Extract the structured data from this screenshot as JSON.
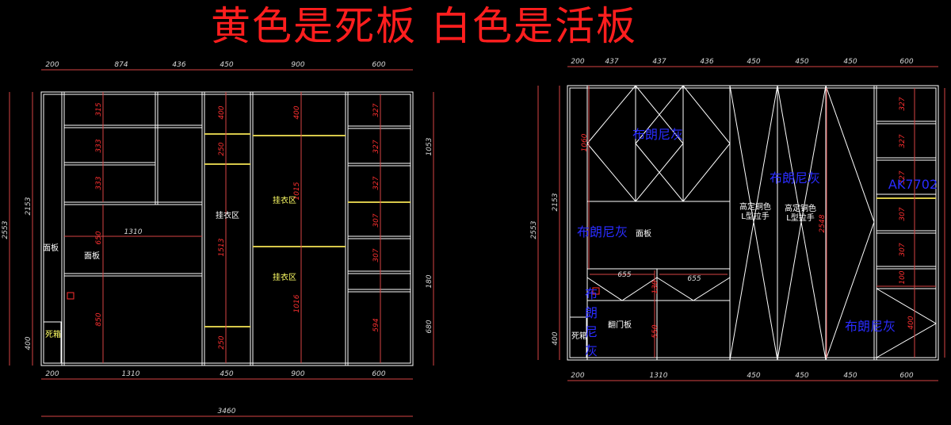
{
  "title": "黄色是死板 白色是活板",
  "colors": {
    "background": "#000000",
    "title": "#ff1e1e",
    "frame": "#ffffff",
    "dimension_line": "#d64545",
    "fixed_shelf": "#d7c84a",
    "label_blue": "#2a2cff"
  },
  "left_view": {
    "top_dims": [
      "200",
      "874",
      "436",
      "450",
      "900",
      "600"
    ],
    "bottom_dims": [
      "200",
      "1310",
      "450",
      "900",
      "600"
    ],
    "total_width": "3460",
    "left_heights": [
      "2553",
      "2153",
      "400"
    ],
    "right_heights": [
      "1053",
      "180",
      "680"
    ],
    "col1_heights": [
      "315",
      "333",
      "333"
    ],
    "col2_heights": [
      "650",
      "850"
    ],
    "col3_heights": [
      "400",
      "250",
      "1513",
      "250"
    ],
    "col4_heights": [
      "400",
      "1015",
      "1016"
    ],
    "col5_heights": [
      "327",
      "327",
      "327",
      "307",
      "307",
      "594"
    ],
    "mid_width": "1310",
    "labels": {
      "panel_side": "面板",
      "panel_mid": "面板",
      "hang1": "挂衣区",
      "hang2": "挂衣区",
      "hang3": "挂衣区",
      "dead_drawer": "死箱"
    }
  },
  "right_view": {
    "top_dims": [
      "200",
      "437",
      "437",
      "436",
      "450",
      "450",
      "450",
      "600"
    ],
    "bottom_dims": [
      "200",
      "1310",
      "450",
      "450",
      "450",
      "600"
    ],
    "left_heights": [
      "2553",
      "2153",
      "400"
    ],
    "inner_heights": [
      "1060",
      "130",
      "550",
      "400"
    ],
    "col5_heights": [
      "327",
      "327",
      "327",
      "307",
      "307",
      "100"
    ],
    "small_widths": [
      "655",
      "655"
    ],
    "diag_height": "2548",
    "labels": {
      "blue_1": "布朗尼灰",
      "blue_2": "布朗尼灰",
      "blue_3": "布朗尼灰",
      "blue_4": "布朗尼灰",
      "blue_5": "布朗尼灰",
      "code": "AK7702",
      "panel": "面板",
      "hinge_door": "翻门板",
      "dead_drawer": "死箱",
      "handle_1a": "高定铜色",
      "handle_1b": "L型拉手",
      "handle_2a": "高定铜色",
      "handle_2b": "L型拉手"
    }
  }
}
